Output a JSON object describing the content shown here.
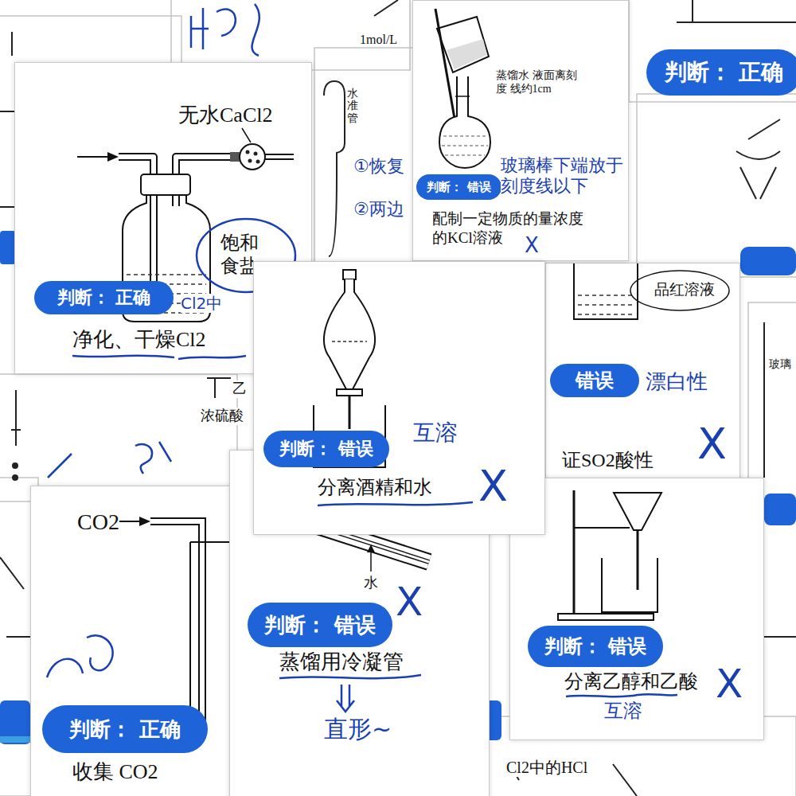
{
  "diagram": {
    "nodes": [
      {
        "text": [
          "净化、干燥Cl2"
        ]
      },
      {
        "text": [
          "判断： 正确"
        ],
        "in": 0
      },
      {
        "text": [
          "配制一定物质的量浓度的KCl溶液"
        ]
      },
      {
        "text": [
          "判断： 错误"
        ],
        "in": 2
      },
      {
        "text": [
          "证SO2酸性"
        ]
      },
      {
        "text": [
          "错误"
        ],
        "in": 4
      },
      {
        "text": [
          "分离酒精和水"
        ]
      },
      {
        "text": [
          "判断： 错误"
        ],
        "in": 6
      },
      {
        "text": [
          "收集 CO2"
        ]
      },
      {
        "text": [
          "判断： 正确"
        ],
        "in": 8
      },
      {
        "text": [
          "蒸馏用冷凝管"
        ]
      },
      {
        "text": [
          "判断： 错误"
        ],
        "in": 10
      },
      {
        "text": [
          "分离乙醇和乙酸"
        ]
      },
      {
        "text": [
          "判断： 错误"
        ],
        "in": 12
      },
      {
        "text": [
          "判断： 正确"
        ]
      }
    ],
    "labels": [
      "无水CaCl2",
      "饱和 食盐",
      "Cl2中",
      "蒸馏水 液面离刻度 线约1cm",
      "玻璃棒下端放于刻度线以下",
      "X",
      "互溶",
      "X",
      "品红溶液",
      "漂白性",
      "X",
      "CO2",
      "水",
      "X",
      "直形~",
      "互溶",
      "X",
      "1mol/L",
      "水准管",
      "①恢复",
      "②两边",
      "乙",
      "浓硫酸",
      "玻璃",
      "Cl2中的HCl"
    ]
  }
}
